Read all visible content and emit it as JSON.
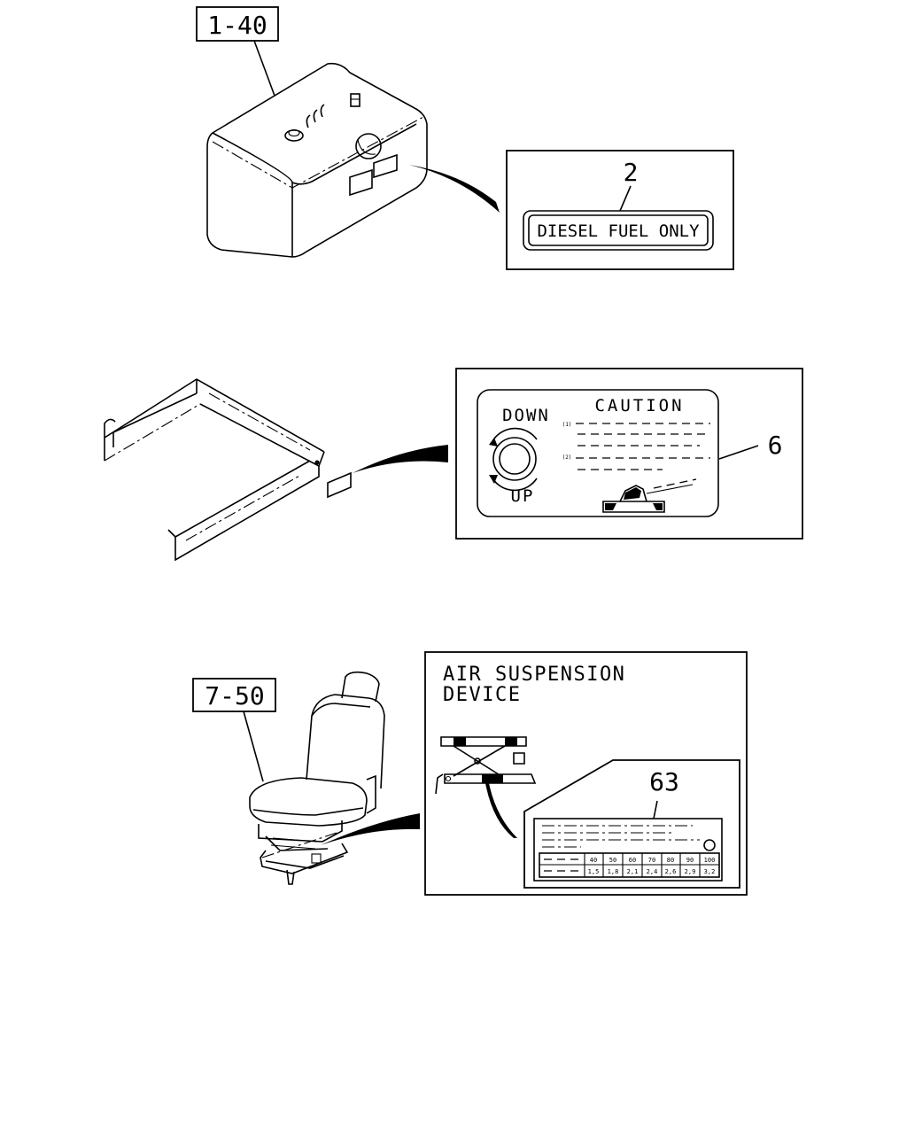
{
  "ref_labels": {
    "fuel_tank_ref": "1-40",
    "seat_ref": "7-50"
  },
  "callouts": {
    "diesel_label_num": "2",
    "caution_label_num": "6",
    "seat_label_num": "63"
  },
  "diesel_label": {
    "text": "DIESEL FUEL ONLY"
  },
  "caution_label": {
    "title": "CAUTION",
    "down": "DOWN",
    "up": "UP",
    "bullet_1": "(1)",
    "bullet_2": "(2)"
  },
  "air_suspension": {
    "title_line1": "AIR SUSPENSION",
    "title_line2": "DEVICE"
  },
  "pressure_table": {
    "row1": [
      "40",
      "50",
      "60",
      "70",
      "80",
      "90",
      "100"
    ],
    "row2": [
      "1,5",
      "1,8",
      "2,1",
      "2,4",
      "2,6",
      "2,9",
      "3,2"
    ]
  }
}
